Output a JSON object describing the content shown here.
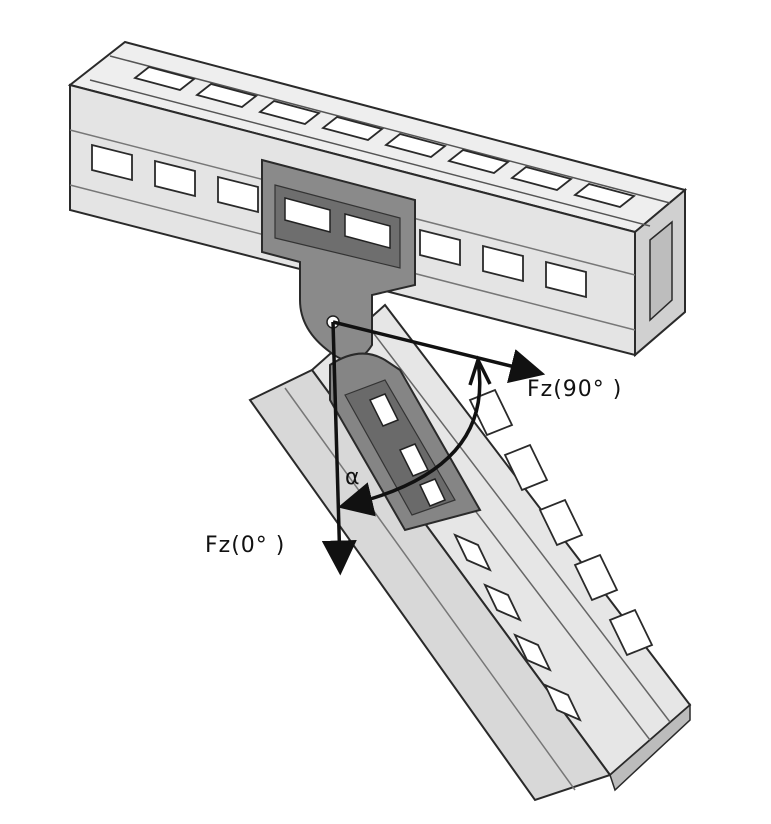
{
  "diagram": {
    "labels": {
      "force_0": "Fz(0° )",
      "force_90": "Fz(90° )",
      "angle": "α"
    },
    "colors": {
      "background": "#ffffff",
      "steel_light": "#ececec",
      "steel_mid": "#c8c8c8",
      "steel_dark": "#8a8a8a",
      "bracket": "#7d7d7d",
      "bracket_dark": "#5a5a5a",
      "arrow": "#111111",
      "outline": "#2a2a2a"
    }
  }
}
